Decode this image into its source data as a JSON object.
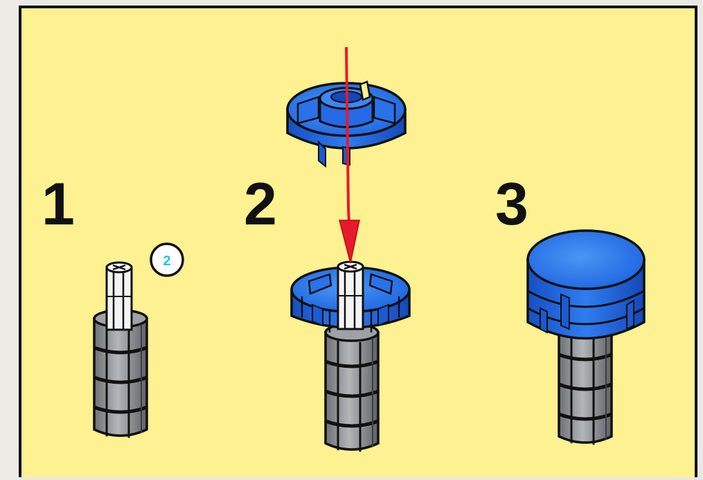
{
  "steps": [
    {
      "number": "1"
    },
    {
      "number": "2"
    },
    {
      "number": "3"
    }
  ],
  "callout": {
    "label": "2"
  },
  "colors": {
    "panel_background": "#fdf191",
    "part_blue": "#1f66e0",
    "shaft_gray": "#8e9296",
    "arrow_red": "#e8192a",
    "callout_cyan": "#27c2e8"
  },
  "icons": [
    "shaft-icon",
    "cap-icon",
    "arrow-down-icon",
    "callout-badge-icon"
  ]
}
